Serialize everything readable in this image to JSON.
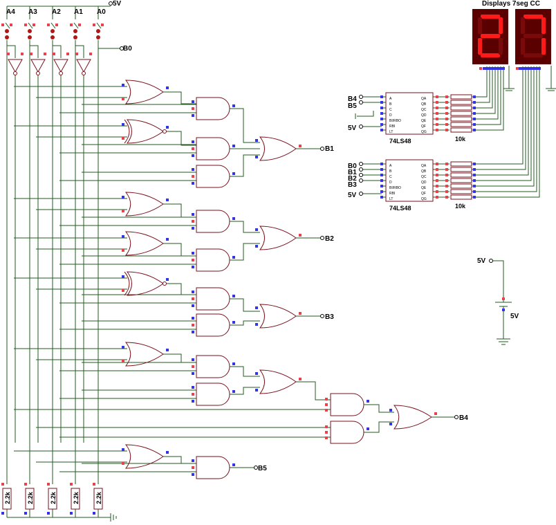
{
  "supply": {
    "top": "5V",
    "bottom_right": "5V",
    "battery_value": "5V"
  },
  "switches": [
    "A4",
    "A3",
    "A2",
    "A1",
    "A0"
  ],
  "b0_output": "B0",
  "outputs": [
    "B1",
    "B2",
    "B3",
    "B4",
    "B5"
  ],
  "resistor_value": "2.2k",
  "display": {
    "title": "Displays 7seg CC",
    "digits": [
      "2",
      "7"
    ]
  },
  "decoders": [
    {
      "part": "74LS48",
      "inputs": [
        "B4",
        "B5"
      ],
      "vcc": "5V",
      "pull": "10k"
    },
    {
      "part": "74LS48",
      "inputs": [
        "B0",
        "B1",
        "B2",
        "B3"
      ],
      "vcc": "5V",
      "pull": "10k"
    }
  ],
  "decoder_pins_left": [
    "A",
    "B",
    "C",
    "D",
    "BI/RBO",
    "RBI",
    "LT"
  ],
  "decoder_pins_right": [
    "QA",
    "QB",
    "QC",
    "QD",
    "QE",
    "QF",
    "QG"
  ],
  "colors": {
    "wire": "#1f5a1f",
    "gate": "#7a0f1a",
    "pin_red": "#e8424f",
    "pin_blue": "#3434e6",
    "display_bg": "#5a0000",
    "segment_on": "#ff1a1a",
    "segment_off": "#7a0a0a"
  }
}
